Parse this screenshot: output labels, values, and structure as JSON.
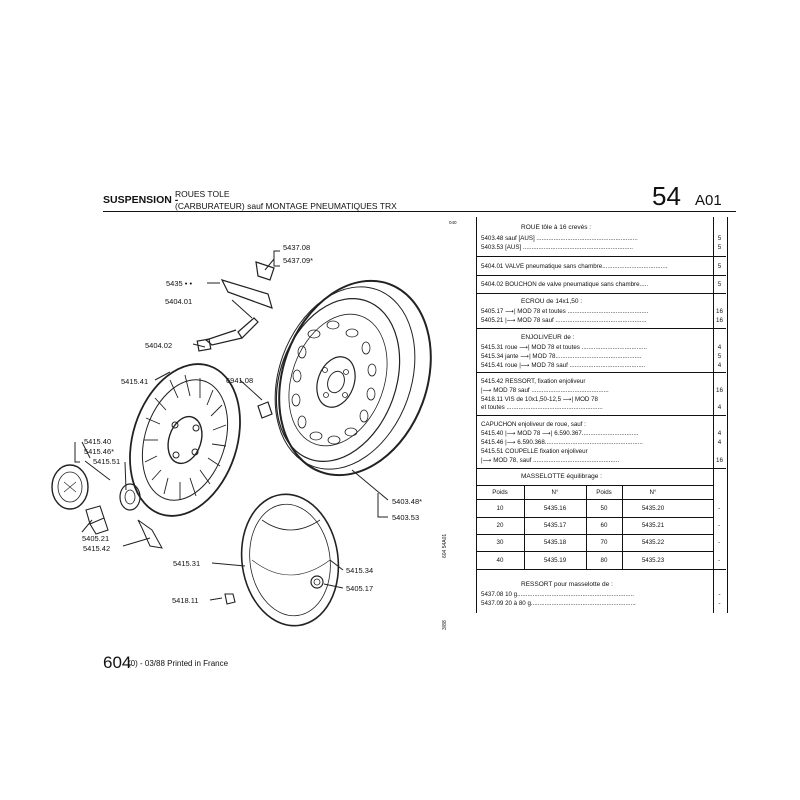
{
  "header": {
    "section": "SUSPENSION -",
    "sub_line1": "ROUES TOLE",
    "sub_line2": "(CARBURATEUR)  sauf MONTAGE PNEUMATIQUES TRX",
    "page_number": "54",
    "page_code": "A01"
  },
  "side_codes": {
    "top": "040",
    "vertical_1": "604   54A01",
    "vertical_2": "3/88"
  },
  "footer": {
    "model": "604",
    "text": "(0) - 03/88 Printed in France"
  },
  "callouts": {
    "c5437_08": "5437.08",
    "c5437_09": "5437.09*",
    "c5435": "5435 • •",
    "c5404_01": "5404.01",
    "c5404_02": "5404.02",
    "c5415_41": "5415.41",
    "c6941_08": "6941.08",
    "c5415_40": "5415.40",
    "c5415_46": "5415.46*",
    "c5415_51": "5415.51",
    "c5405_21": "5405.21",
    "c5415_42": "5415.42",
    "c5403_48": "5403.48*",
    "c5403_53": "5403.53",
    "c5415_31": "5415.31",
    "c5415_34": "5415.34",
    "c5405_17": "5405.17",
    "c5418_11": "5418.11"
  },
  "parts": [
    {
      "type": "heading",
      "text": "ROUE tôle à 16 crevés :"
    },
    {
      "type": "row",
      "text": "5403.48  sauf [AUS] ...........................................................",
      "qty": "5"
    },
    {
      "type": "row",
      "text": "5403.53  [AUS] ................................................................",
      "qty": "5"
    },
    {
      "type": "sep"
    },
    {
      "type": "row",
      "text": "5404.01  VALVE pneumatique sans chambre......................................",
      "qty": "5"
    },
    {
      "type": "sep"
    },
    {
      "type": "row",
      "text": "5404.02  BOUCHON de valve pneumatique sans chambre.....",
      "qty": "5"
    },
    {
      "type": "sep"
    },
    {
      "type": "heading",
      "text": "ECROU de 14x1,50 :"
    },
    {
      "type": "row",
      "text": "5405.17   ⟶| MOD 78 et toutes ...............................................",
      "qty": "16"
    },
    {
      "type": "row",
      "text": "5405.21   |⟶ MOD 78 sauf .....................................................",
      "qty": "16"
    },
    {
      "type": "sep"
    },
    {
      "type": "heading",
      "text": "ENJOLIVEUR de :"
    },
    {
      "type": "row",
      "text": "5415.31  roue  ⟶| MOD 78 et toutes ......................................",
      "qty": "4"
    },
    {
      "type": "row",
      "text": "5415.34  jante ⟶| MOD 78..................................................",
      "qty": "5"
    },
    {
      "type": "row",
      "text": "5415.41  roue |⟶ MOD 78 sauf ............................................",
      "qty": "4"
    },
    {
      "type": "sep"
    },
    {
      "type": "row",
      "text": "5415.42  RESSORT, fixation enjoliveur",
      "qty": ""
    },
    {
      "type": "row",
      "text": "               |⟶ MOD 78 sauf .............................................",
      "qty": "16"
    },
    {
      "type": "row",
      "text": "5418.11  VIS de 10x1,50-12,5 ⟶| MOD 78",
      "qty": ""
    },
    {
      "type": "row",
      "text": "               et toutes ........................................................",
      "qty": "4"
    },
    {
      "type": "sep"
    },
    {
      "type": "row",
      "text": "            CAPUCHON enjoliveur de roue, sauf        :",
      "qty": ""
    },
    {
      "type": "row",
      "text": "5415.40   |⟶ MOD 78 ⟶| 6.590.367.................................",
      "qty": "4"
    },
    {
      "type": "row",
      "text": "5415.46   |⟶ 6.590.368.........................................................",
      "qty": "4"
    },
    {
      "type": "row",
      "text": "5415.51  COUPELLE fixation enjoliveur",
      "qty": ""
    },
    {
      "type": "row",
      "text": "               |⟶ MOD 78, sauf ..................................................",
      "qty": "16"
    }
  ],
  "masselotte": {
    "title": "MASSELOTTE équilibrage :",
    "headers": [
      "Poids",
      "N°",
      "Poids",
      "N°"
    ],
    "rows": [
      [
        "10",
        "5435.16",
        "50",
        "5435.20",
        "-"
      ],
      [
        "20",
        "5435.17",
        "60",
        "5435.21",
        "-"
      ],
      [
        "30",
        "5435.18",
        "70",
        "5435.22",
        "-"
      ],
      [
        "40",
        "5435.19",
        "80",
        "5435.23",
        "-"
      ]
    ]
  },
  "ressort": {
    "title": "RESSORT pour masselotte de :",
    "rows": [
      {
        "text": "5437.08  10 g....................................................................",
        "qty": "-"
      },
      {
        "text": "5437.09  20 à 80 g.............................................................",
        "qty": "-"
      }
    ]
  },
  "icons": [
    "tyre-wheel-icon",
    "hubcap-icon",
    "valve-icon",
    "wheel-nut-icon"
  ]
}
